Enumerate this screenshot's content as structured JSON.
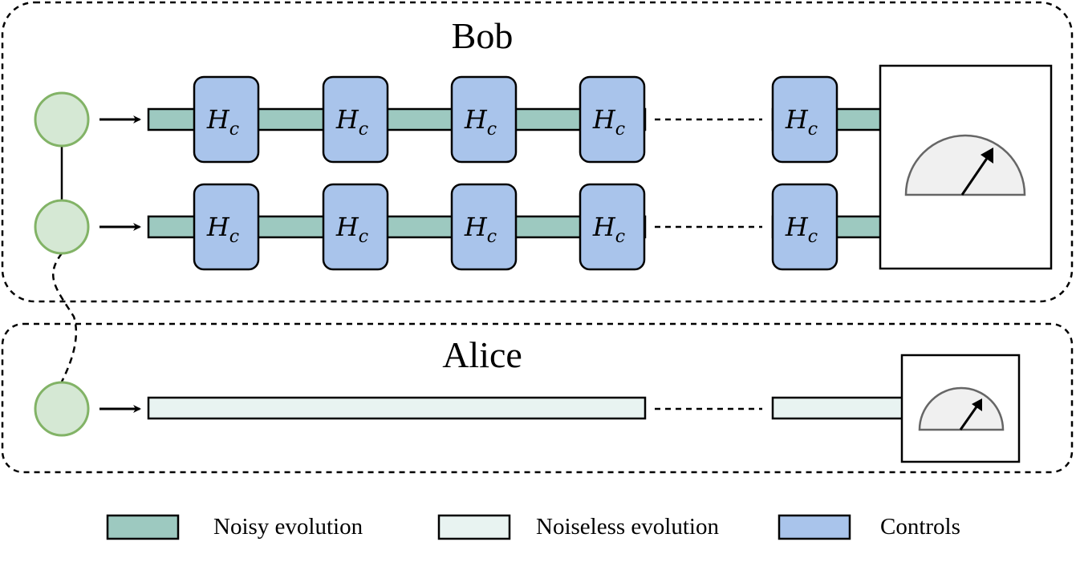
{
  "groups": {
    "bob": {
      "title": "Bob"
    },
    "alice": {
      "title": "Alice"
    }
  },
  "gate": {
    "label": "H",
    "subscript": "c"
  },
  "legend": {
    "noisy": "Noisy evolution",
    "noiseless": "Noiseless evolution",
    "controls": "Controls"
  },
  "colors": {
    "noisy_evolution": "#9dc9c0",
    "noiseless_evolution": "#e8f3f1",
    "controls": "#a9c4eb",
    "qubit_fill": "#d5e8d4",
    "qubit_stroke": "#82b366",
    "meter_fill": "#f0f0f0"
  },
  "icons": {
    "measurement": "meter-icon",
    "qubit": "circle-node",
    "arrow": "right-arrow-icon"
  }
}
